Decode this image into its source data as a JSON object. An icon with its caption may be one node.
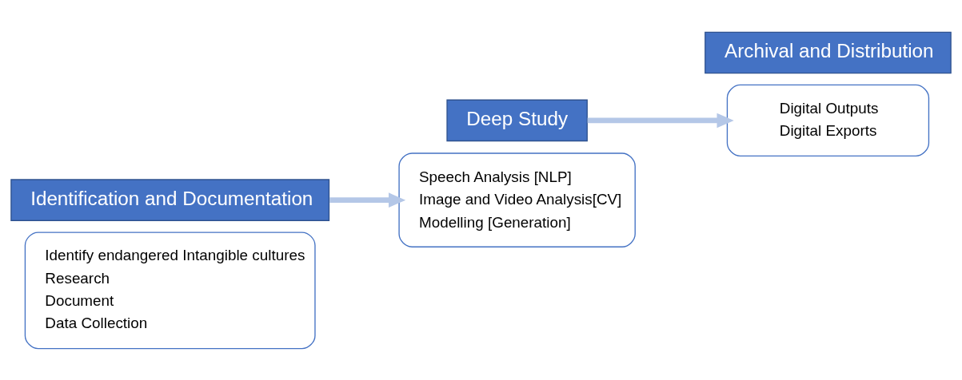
{
  "diagram": {
    "nodes": [
      {
        "text": [
          "Identify endangered Intangible cultures",
          "Research",
          "Document",
          "Data Collection"
        ]
      },
      {
        "text": [
          "Identification and Documentation"
        ]
      },
      {
        "text": [
          "Speech Analysis [NLP]",
          "Image and Video Analysis[CV]",
          "Modelling [Generation]"
        ]
      },
      {
        "text": [
          "Deep Study"
        ]
      },
      {
        "text": [
          "Digital Outputs",
          "Digital Exports"
        ]
      },
      {
        "text": [
          "Archival and Distribution"
        ]
      }
    ],
    "edges": [
      {
        "from": 1,
        "to": 2,
        "arrow": "to"
      },
      {
        "from": 3,
        "to": 4,
        "arrow": "to"
      }
    ]
  }
}
